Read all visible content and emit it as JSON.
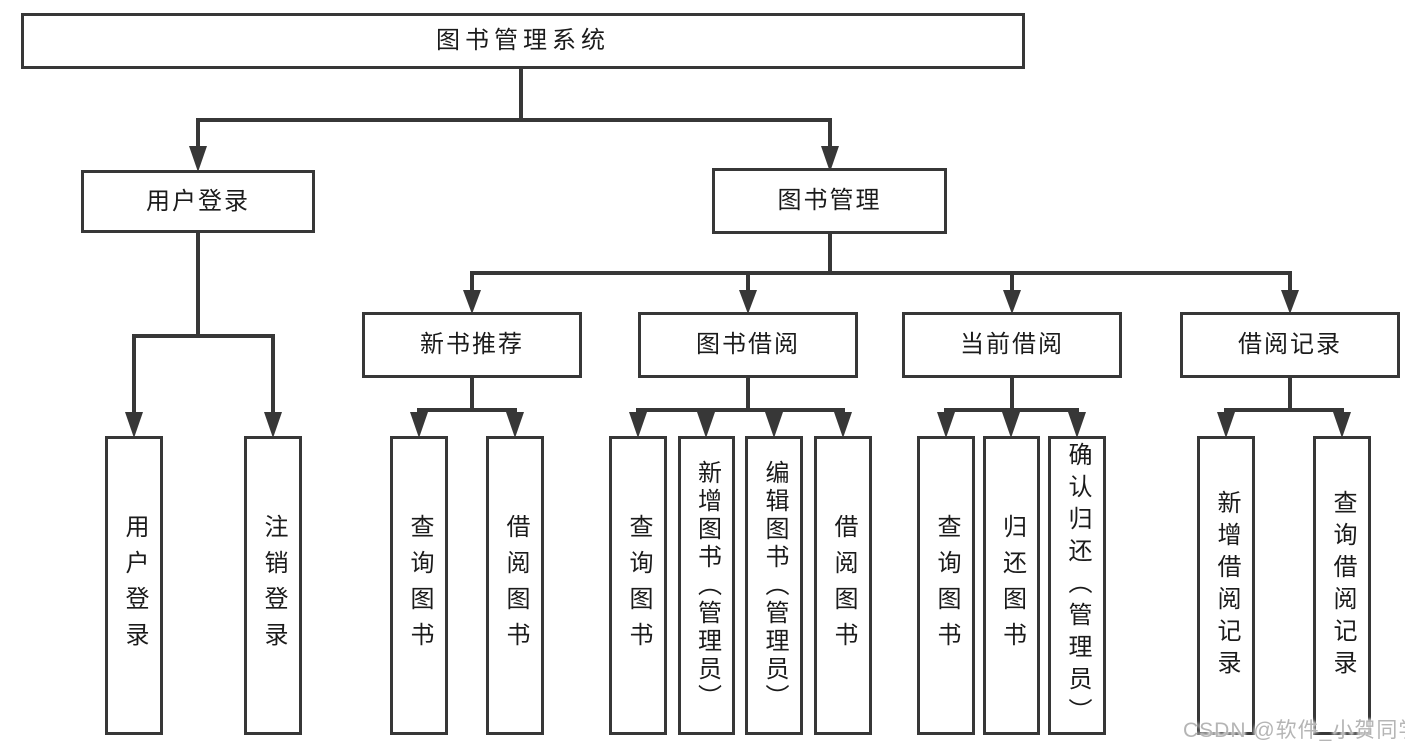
{
  "diagram": {
    "root": {
      "label": "图书管理系统"
    },
    "level2": [
      {
        "label": "用户登录"
      },
      {
        "label": "图书管理"
      }
    ],
    "level3": [
      {
        "label": "新书推荐"
      },
      {
        "label": "图书借阅"
      },
      {
        "label": "当前借阅"
      },
      {
        "label": "借阅记录"
      }
    ],
    "leaves": {
      "user_login": [
        "用户登录",
        "注销登录"
      ],
      "new_book_recommend": [
        "查询图书",
        "借阅图书"
      ],
      "book_borrow": [
        "查询图书",
        "新增图书（管理员）",
        "编辑图书（管理员）",
        "借阅图书"
      ],
      "current_borrow": [
        "查询图书",
        "归还图书",
        "确认归还（管理员）"
      ],
      "borrow_records": [
        "新增借阅记录",
        "查询借阅记录"
      ]
    }
  },
  "watermark": {
    "text": "CSDN @软件_小贺同学"
  },
  "colors": {
    "line": "#373737",
    "box_border": "#373737",
    "text": "#1b1b1b",
    "watermark": "#b5b5b5",
    "background": "#ffffff"
  }
}
